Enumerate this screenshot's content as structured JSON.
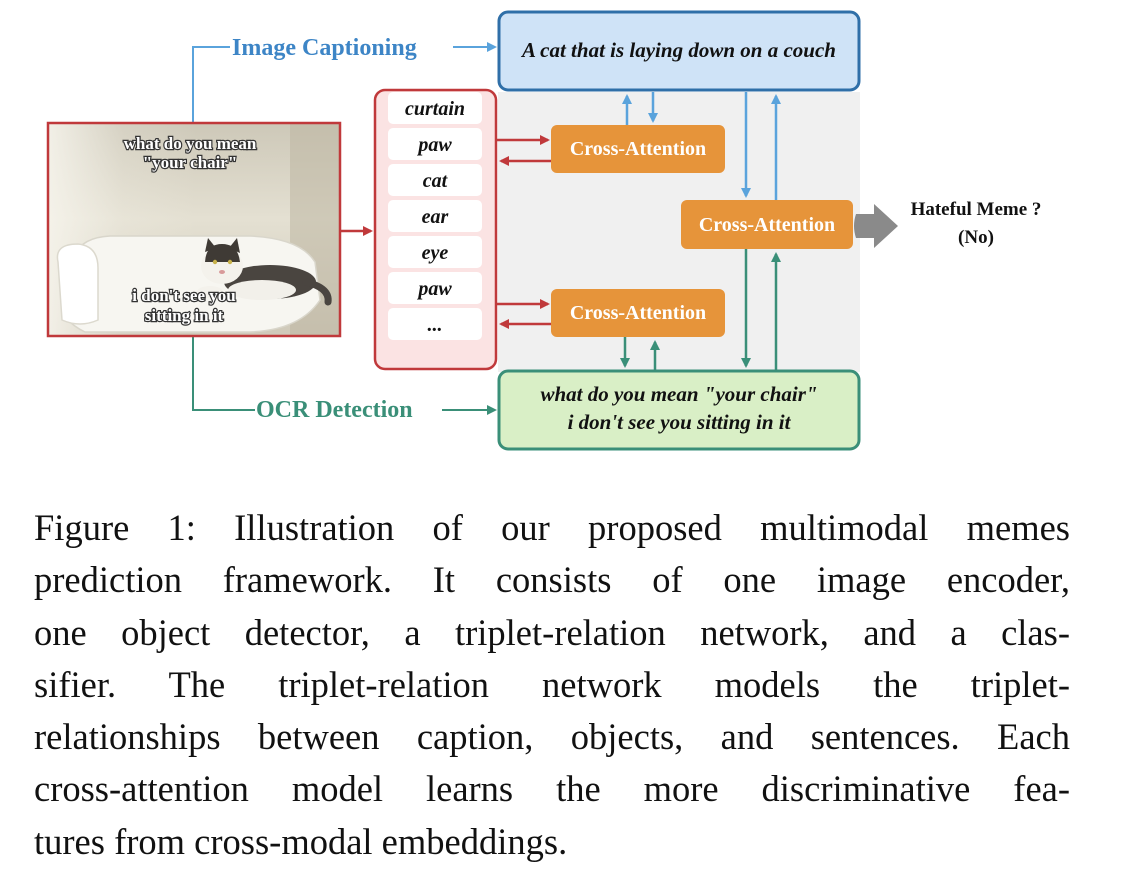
{
  "diagram": {
    "labels": {
      "image_captioning": "Image Captioning",
      "ocr_detection": "OCR Detection"
    },
    "caption_box": "A cat that is laying down on a couch",
    "ocr_box": {
      "line1": "what do you mean \"your chair\"",
      "line2": "i don't see you sitting in it"
    },
    "meme": {
      "top_line1": "what do you mean",
      "top_line2": "\"your chair\"",
      "bottom_line1": "i don't see you",
      "bottom_line2": "sitting in it"
    },
    "objects": [
      "curtain",
      "paw",
      "cat",
      "ear",
      "eye",
      "paw",
      "..."
    ],
    "cross_attention": {
      "top": "Cross-Attention",
      "middle": "Cross-Attention",
      "bottom": "Cross-Attention"
    },
    "output": {
      "line1": "Hateful Meme ?",
      "line2": "(No)"
    },
    "colors": {
      "blue": "#3d85c6",
      "green": "#3a8f78",
      "red": "#c0393b",
      "orange": "#e6943a",
      "caption_fill": "#cfe3f7",
      "ocr_fill": "#d9efc6",
      "object_panel_fill": "#fbe3e3",
      "gray_panel": "#f0f0f0",
      "output_arrow": "#8a8a8a"
    }
  },
  "caption": {
    "lines": [
      "Figure 1: Illustration of our proposed multimodal memes",
      "prediction framework.  It consists of one image encoder,",
      "one object detector, a triplet-relation network, and a clas-",
      "sifier.  The triplet-relation network models the triplet-",
      "relationships between caption, objects, and sentences. Each",
      "cross-attention model learns the more discriminative fea-",
      "tures from cross-modal embeddings."
    ]
  }
}
